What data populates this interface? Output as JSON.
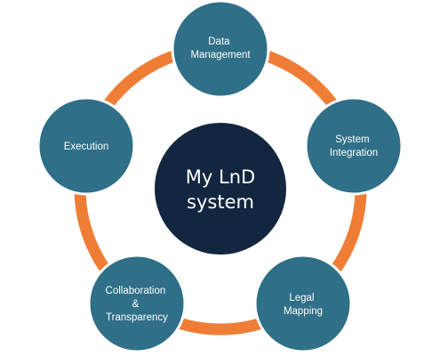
{
  "colors": {
    "ring": "#EF7D35",
    "node_fill": "#2F6F87",
    "node_stroke": "#FFFFFF",
    "center_fill": "#12263F"
  },
  "center": {
    "line1": "My LnD",
    "line2": "system"
  },
  "nodes": [
    {
      "lines": [
        "Data",
        "Management"
      ]
    },
    {
      "lines": [
        "System",
        "Integration"
      ]
    },
    {
      "lines": [
        "Legal",
        "Mapping"
      ]
    },
    {
      "lines": [
        "Collaboration",
        "&",
        "Transparency"
      ]
    },
    {
      "lines": [
        "Execution"
      ]
    }
  ]
}
